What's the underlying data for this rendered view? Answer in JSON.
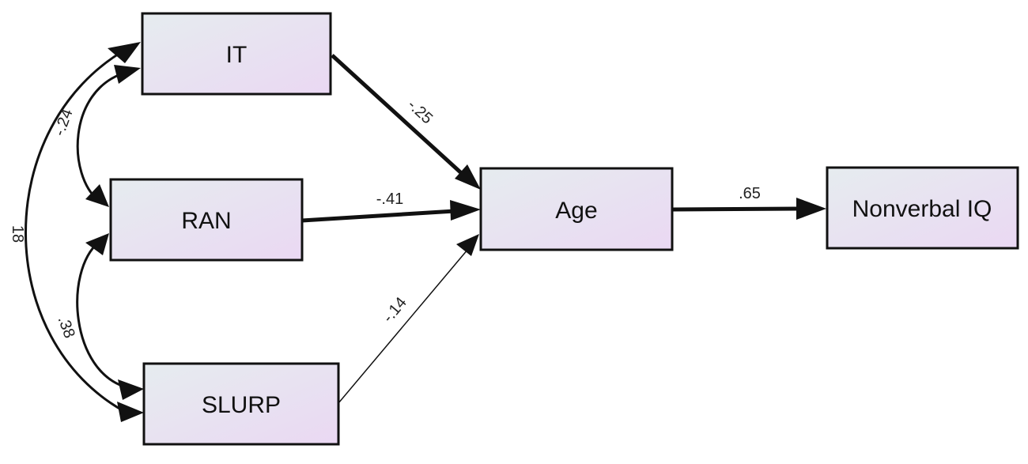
{
  "colors": {
    "node_fill_start": "#e6ecef",
    "node_fill_end": "#ead8f3",
    "stroke": "#111111"
  },
  "nodes": {
    "it": "IT",
    "ran": "RAN",
    "slurp": "SLURP",
    "age": "Age",
    "nonverbal_iq": "Nonverbal IQ"
  },
  "paths": {
    "it_age": "-.25",
    "ran_age": "-.41",
    "slurp_age": "-.14",
    "age_iq": ".65"
  },
  "covariances": {
    "it_ran": "-.24",
    "ran_slurp": ".38",
    "it_slurp": "18"
  }
}
